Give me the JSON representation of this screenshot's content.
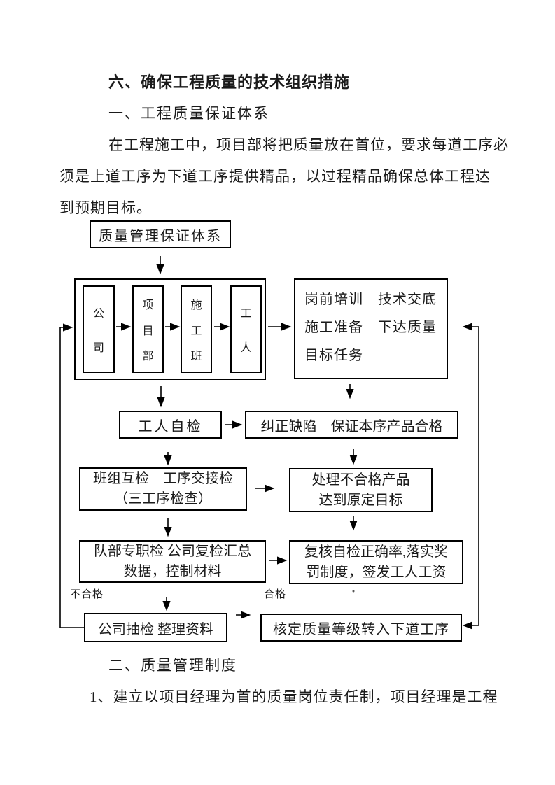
{
  "doc": {
    "title": "六、确保工程质量的技术组织措施",
    "section1": "一、工程质量保证体系",
    "para1_lines": [
      "在工程施工中，项目部将把质量放在首位，要求每道工序必",
      "须是上道工序为下道工序提供精品，以过程精品确保总体工程达",
      "到预期目标。"
    ],
    "section2": "二、质量管理制度",
    "para2": "1、建立以项目经理为首的质量岗位责任制，项目经理是工程"
  },
  "flowchart": {
    "root_box": "质量管理保证体系",
    "org_chain": [
      "公司",
      "项目部",
      "施工班",
      "工人"
    ],
    "prep_box_lines": [
      "岗前培训　技术交底",
      "施工准备　下达质量",
      "目标任务"
    ],
    "self_check_box": "工人自检",
    "correct_box": "纠正缺陷　保证本序产品合格",
    "mutual_check_lines": [
      "班组互检　工序交接检",
      "（三工序检查）"
    ],
    "handle_box_lines": [
      "处理不合格产品",
      "达到原定目标"
    ],
    "team_check_lines": [
      "队部专职检 公司复检汇总",
      "数据，控制材料"
    ],
    "review_box_lines": [
      "复核自检正确率,落实奖",
      "罚制度，签发工人工资"
    ],
    "sampling_box": "公司抽检 整理资料",
    "grade_box": "核定质量等级转入下道工序",
    "label_fail": "不合格",
    "label_pass": "合格"
  },
  "colors": {
    "ink": "#1a1a1a",
    "line": "#000000",
    "background": "#ffffff"
  }
}
